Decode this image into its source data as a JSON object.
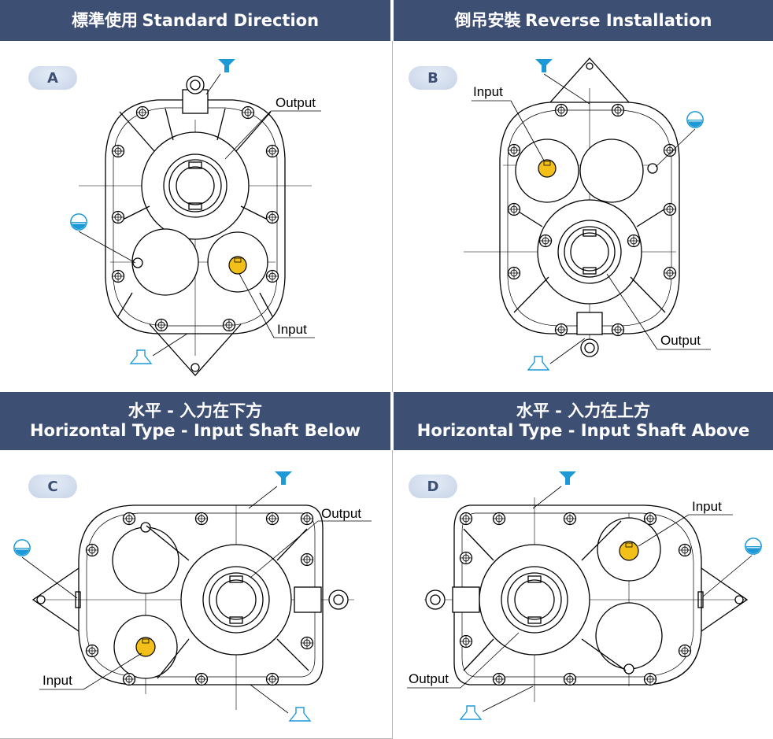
{
  "panels": [
    {
      "id": "A",
      "header_cn": "標準使用",
      "header_en": "Standard Direction",
      "label_output": "Output",
      "label_input": "Input"
    },
    {
      "id": "B",
      "header_cn": "倒吊安裝",
      "header_en": "Reverse Installation",
      "label_output": "Output",
      "label_input": "Input"
    },
    {
      "id": "C",
      "header_cn": "水平 - 入力在下方",
      "header_en": "Horizontal Type - Input Shaft Below",
      "label_output": "Output",
      "label_input": "Input"
    },
    {
      "id": "D",
      "header_cn": "水平 - 入力在上方",
      "header_en": "Horizontal Type - Input Shaft Above",
      "label_output": "Output",
      "label_input": "Input"
    }
  ],
  "colors": {
    "header_bg": "#3e4f74",
    "badge_bg": "#c6d3e8",
    "input_shaft": "#f2c018",
    "level_icon": "#1d9ad6"
  },
  "icons": [
    "fill-plug-icon",
    "drain-plug-icon",
    "oil-level-icon",
    "lifting-eye-icon",
    "breather-icon"
  ]
}
